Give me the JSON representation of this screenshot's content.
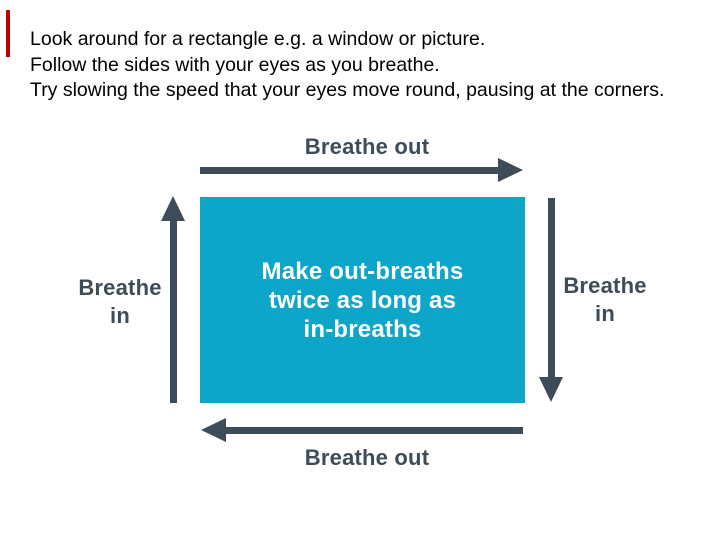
{
  "intro": {
    "lines": [
      "Look around for a rectangle e.g. a window or picture.",
      "Follow the sides with your eyes as you breathe.",
      "Try slowing the speed that your eyes move round, pausing at the corners."
    ]
  },
  "diagram": {
    "top_label": "Breathe out",
    "bottom_label": "Breathe out",
    "left_label_line1": "Breathe",
    "left_label_line2": "in",
    "right_label_line1": "Breathe",
    "right_label_line2": "in",
    "center_box": {
      "lines": [
        "Make out-breaths",
        "twice as long as",
        "in-breaths"
      ]
    }
  },
  "colors": {
    "arrow_and_label": "#3e4c59",
    "box_fill": "#0da6c9",
    "box_text": "#ffffff",
    "intro_text": "#000000",
    "accent_mark": "#c00000",
    "background": "#ffffff"
  }
}
